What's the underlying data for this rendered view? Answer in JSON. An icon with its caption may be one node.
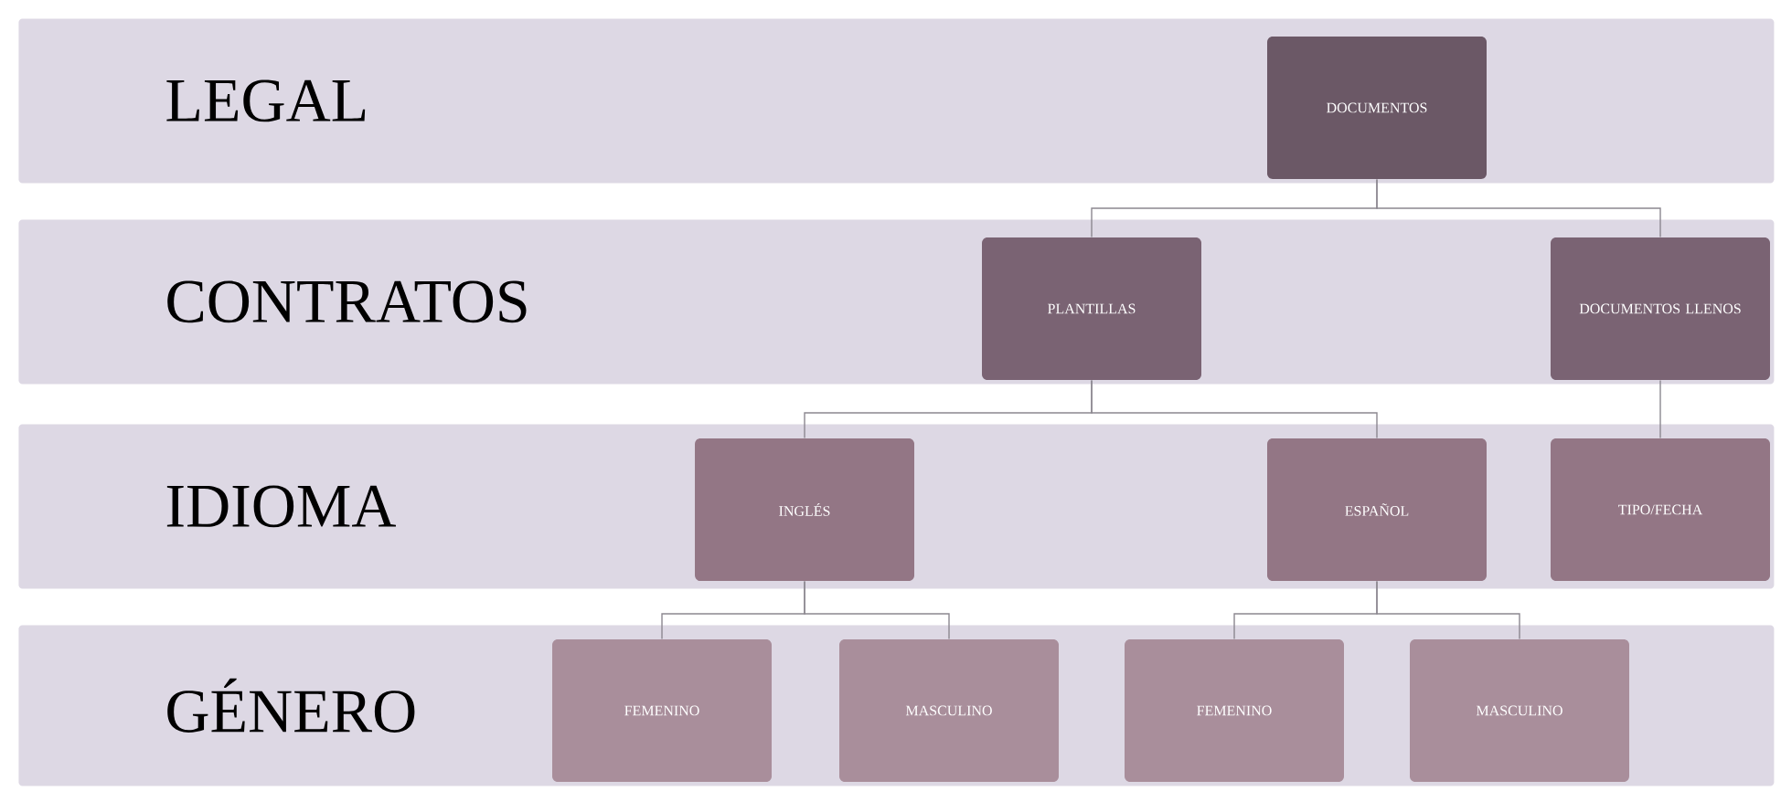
{
  "diagram": {
    "nodes": [
      {
        "text": [
          "LEGAL"
        ]
      },
      {
        "text": [
          "DOCUMENTOS"
        ],
        "in": 0
      },
      {
        "text": [
          "CONTRATOS"
        ]
      },
      {
        "text": [
          "PLANTILLAS"
        ],
        "in": 2
      },
      {
        "text": [
          "DOCUMENTOS LLENOS"
        ],
        "in": 2
      },
      {
        "text": [
          "IDIOMA"
        ]
      },
      {
        "text": [
          "INGLÉS"
        ],
        "in": 5
      },
      {
        "text": [
          "ESPAÑOL"
        ],
        "in": 5
      },
      {
        "text": [
          "TIPO/FECHA"
        ],
        "in": 5
      },
      {
        "text": [
          "GÉNERO"
        ]
      },
      {
        "text": [
          "FEMENINO"
        ],
        "in": 9
      },
      {
        "text": [
          "MASCULINO"
        ],
        "in": 9
      },
      {
        "text": [
          "FEMENINO"
        ],
        "in": 9
      },
      {
        "text": [
          "MASCULINO"
        ],
        "in": 9
      }
    ],
    "edges": [
      {
        "from": 1,
        "to": 3,
        "arrow": "none"
      },
      {
        "from": 1,
        "to": 4,
        "arrow": "none"
      },
      {
        "from": 3,
        "to": 6,
        "arrow": "none"
      },
      {
        "from": 3,
        "to": 7,
        "arrow": "none"
      },
      {
        "from": 4,
        "to": 8,
        "arrow": "none"
      },
      {
        "from": 6,
        "to": 10,
        "arrow": "none"
      },
      {
        "from": 6,
        "to": 11,
        "arrow": "none"
      },
      {
        "from": 7,
        "to": 12,
        "arrow": "none"
      },
      {
        "from": 7,
        "to": 13,
        "arrow": "none"
      }
    ]
  }
}
